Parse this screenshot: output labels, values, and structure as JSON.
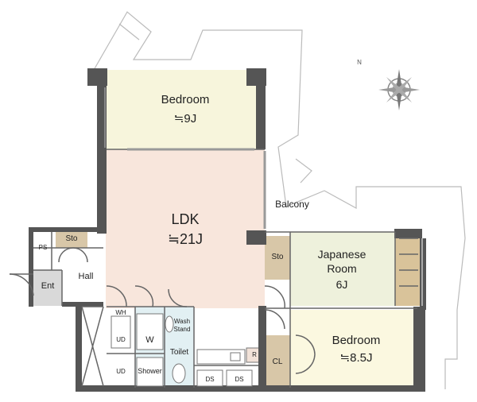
{
  "colors": {
    "wall": "#555555",
    "bedroom_top": "#f7f5dc",
    "ldk": "#f8e6dc",
    "japanese": "#eef1dc",
    "tatami_edge": "#d9c39a",
    "bedroom_bottom": "#fbf8e0",
    "storage": "#d8c7a8",
    "wet": "#e2f0f3",
    "entrance": "#d9d9d9",
    "balcony_line": "#bbbbbb"
  },
  "rooms": {
    "bedroom_top": {
      "name": "Bedroom",
      "size": "≒9J"
    },
    "ldk": {
      "name": "LDK",
      "size": "≒21J"
    },
    "japanese": {
      "name": "Japanese\nRoom",
      "size": "6J"
    },
    "bedroom_bottom": {
      "name": "Bedroom",
      "size": "≒8.5J"
    },
    "balcony": "Balcony",
    "hall": "Hall",
    "entrance": "Ent",
    "sto_hall": "Sto",
    "sto_japanese": "Sto",
    "closet": "CL",
    "ps": "PS",
    "wh": "WH",
    "ud_left": "UD",
    "ud_bottom": "UD",
    "washer": "W",
    "wash_stand": "Wash\nStand",
    "toilet": "Toilet",
    "shower": "Shower",
    "ds_left": "DS",
    "ds_right": "DS",
    "refrigerator": "R"
  },
  "compass": {
    "north_label": "N",
    "icon": "compass-rose-icon"
  }
}
